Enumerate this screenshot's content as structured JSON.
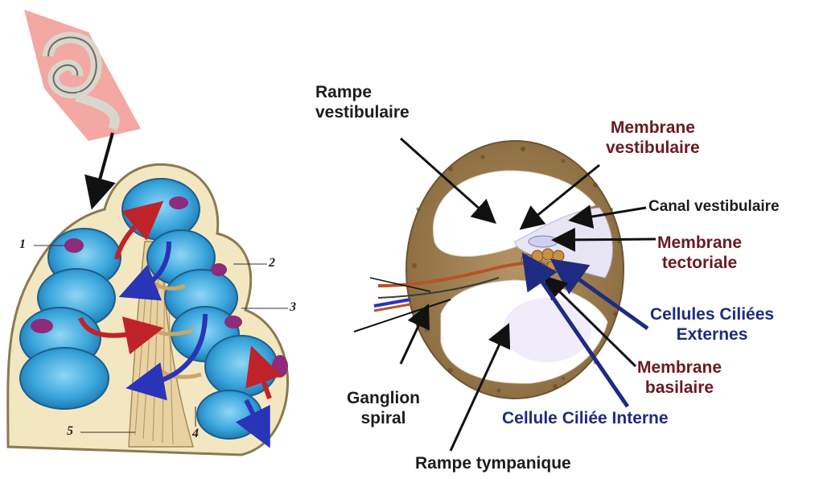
{
  "left_numbers": [
    "1",
    "2",
    "3",
    "4",
    "5"
  ],
  "labels": {
    "rampe_vestibulaire": [
      "Rampe",
      "vestibulaire"
    ],
    "membrane_vestibulaire": [
      "Membrane",
      "vestibulaire"
    ],
    "canal_vestibulaire": "Canal vestibulaire",
    "membrane_tectoriale": [
      "Membrane",
      "tectoriale"
    ],
    "cellules_externes": [
      "Cellules Ciliées",
      "Externes"
    ],
    "membrane_basilaire": [
      "Membrane",
      "basilaire"
    ],
    "cellule_interne": "Cellule Ciliée Interne",
    "ganglion_spiral": [
      "Ganglion",
      "spiral"
    ],
    "rampe_tympanique": "Rampe tympanique"
  },
  "colors": {
    "dark_label": "#1c1c1c",
    "maroon_label": "#6a1a22",
    "navy_label": "#1f2b80",
    "bone": "#9c8358",
    "cyan_canal": "#3aa6dc",
    "red_arrow": "#c0222a",
    "blue_arrow": "#2a34b8"
  },
  "icons": [
    "cochlea-cross-section-illustration",
    "cochlea-duct-illustration"
  ]
}
